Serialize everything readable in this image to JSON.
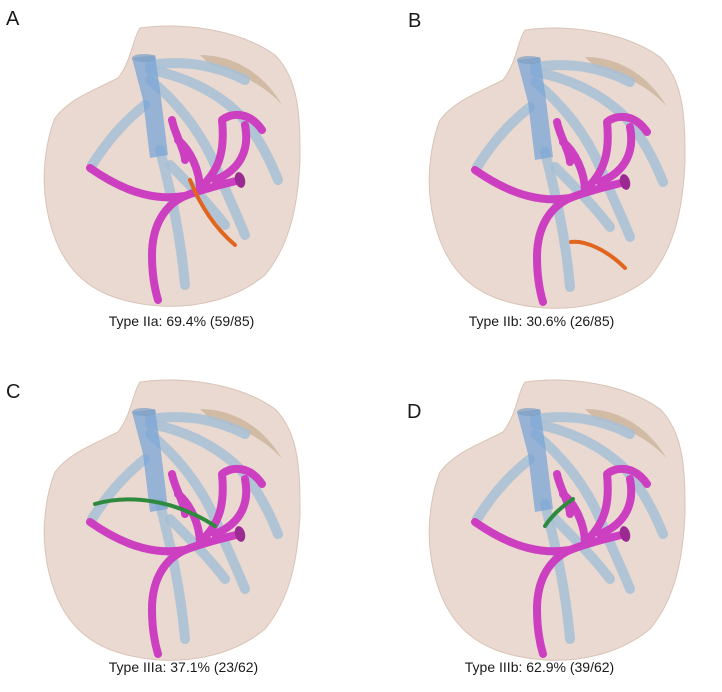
{
  "panels": [
    {
      "letter": "A",
      "caption": "Type IIa: 69.4% (59/85)",
      "variant": "IIa",
      "branch_color": "#e0651f"
    },
    {
      "letter": "B",
      "caption": "Type IIb: 30.6% (26/85)",
      "variant": "IIb",
      "branch_color": "#e0651f"
    },
    {
      "letter": "C",
      "caption": "Type IIIa: 37.1% (23/62)",
      "variant": "IIIa",
      "branch_color": "#2e8b3e"
    },
    {
      "letter": "D",
      "caption": "Type IIIb: 62.9% (39/62)",
      "variant": "IIIb",
      "branch_color": "#2e8b3e"
    }
  ],
  "colors": {
    "liver": "#ead9d0",
    "liver_edge": "#d9c3b7",
    "vein": "#a7bfd6",
    "vein_dark": "#7d9fc4",
    "ivc": "#7aa4d6",
    "portal": "#cc3fc0",
    "portal_dark": "#9c2a93",
    "gallbladder": "#cdb59d"
  }
}
